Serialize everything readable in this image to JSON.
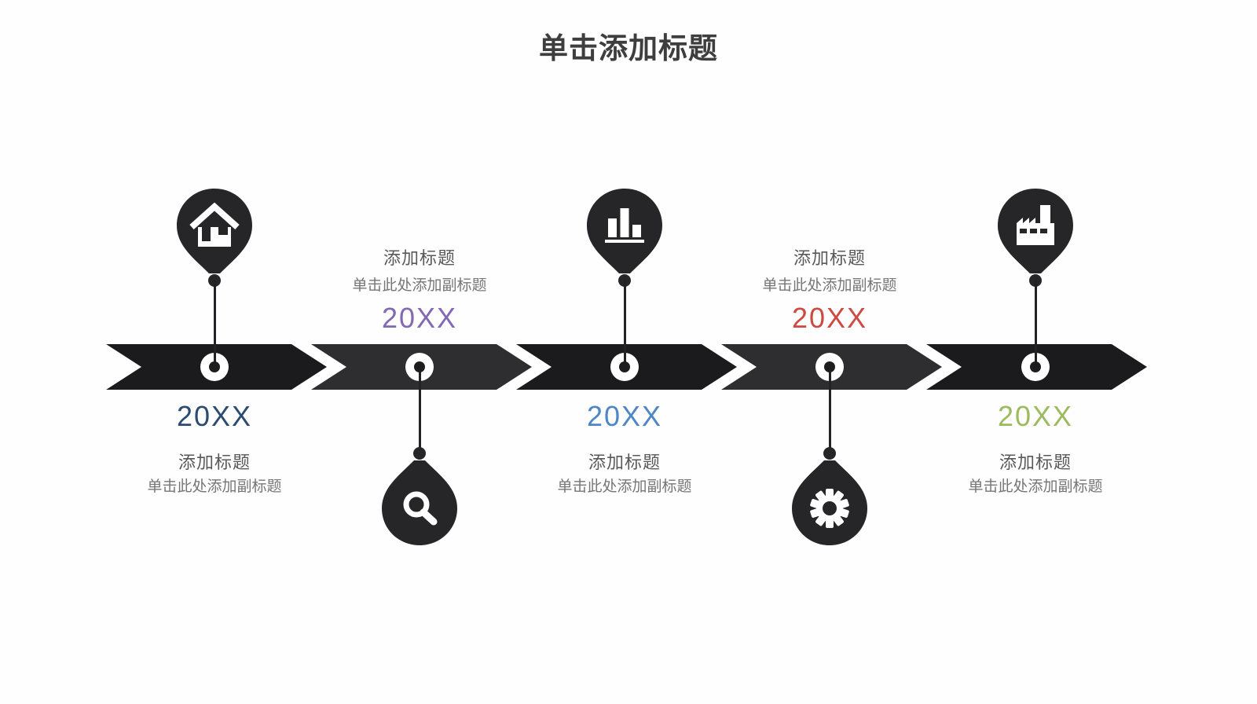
{
  "slide": {
    "title": "单击添加标题"
  },
  "text_colors": {
    "slide_title": "#3e3e3e",
    "item_title": "#595959",
    "subtitle": "#767676"
  },
  "timeline": {
    "segment_colors": [
      "#1b1a1d",
      "#2e2d30",
      "#1b1a1d",
      "#2e2d30",
      "#1b1a1d"
    ],
    "balloon_color": "#262528",
    "string_color": "#222124",
    "ring_dot_color": "#1d1c1f",
    "ring_color": "#ffffff"
  },
  "nodes": [
    {
      "year": "20XX",
      "year_color": "#2c4b71",
      "title": "添加标题",
      "subtitle": "单击此处添加副标题",
      "icon": "home-icon",
      "balloon_position": "above"
    },
    {
      "year": "20XX",
      "year_color": "#8369b3",
      "title": "添加标题",
      "subtitle": "单击此处添加副标题",
      "icon": "search-icon",
      "balloon_position": "below"
    },
    {
      "year": "20XX",
      "year_color": "#4e86c6",
      "title": "添加标题",
      "subtitle": "单击此处添加副标题",
      "icon": "bar-chart-icon",
      "balloon_position": "above"
    },
    {
      "year": "20XX",
      "year_color": "#cc4a41",
      "title": "添加标题",
      "subtitle": "单击此处添加副标题",
      "icon": "gear-icon",
      "balloon_position": "below"
    },
    {
      "year": "20XX",
      "year_color": "#9cba5e",
      "title": "添加标题",
      "subtitle": "单击此处添加副标题",
      "icon": "factory-icon",
      "balloon_position": "above"
    }
  ]
}
